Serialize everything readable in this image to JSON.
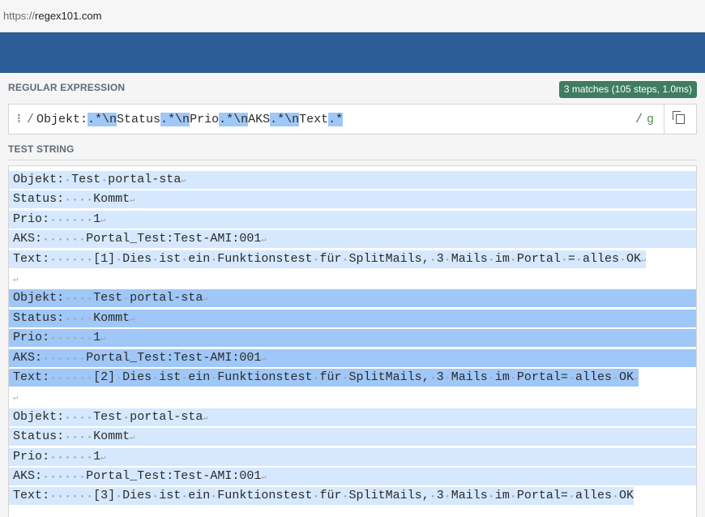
{
  "browser": {
    "url_scheme": "https://",
    "url_host": "regex101.com"
  },
  "regex_section": {
    "label": "REGULAR EXPRESSION",
    "matches_badge": "3 matches (105 steps, 1.0ms)",
    "delimiter_open": "/",
    "pattern_parts": [
      "Objekt:",
      ".*\\n",
      "Status",
      ".*\\n",
      "Prio",
      ".*\\n",
      "AKS",
      ".*\\n",
      "Text",
      ".*"
    ],
    "delimiter_close": "/",
    "flags": "g"
  },
  "test_section": {
    "label": "TEST STRING",
    "lines": [
      {
        "text": "Objekt:·Test·portal-sta↵",
        "match": 1
      },
      {
        "text": "Status:····Kommt↵",
        "match": 1
      },
      {
        "text": "Prio:······1↵",
        "match": 1
      },
      {
        "text": "AKS:······Portal_Test:Test-AMI:001↵",
        "match": 1
      },
      {
        "text": "Text:······[1]·Dies·ist·ein·Funktionstest·für·SplitMails,·3·Mails·im·Portal·=·alles·OK↵",
        "match": 1
      },
      {
        "text": "↵",
        "match": 0
      },
      {
        "text": "Objekt:····Test·portal-sta↵",
        "match": 2
      },
      {
        "text": "Status:····Kommt↵",
        "match": 2
      },
      {
        "text": "Prio:······1↵",
        "match": 2
      },
      {
        "text": "AKS:······Portal_Test:Test-AMI:001↵",
        "match": 2
      },
      {
        "text": "Text:······[2]·Dies·ist·ein·Funktionstest·für·SplitMails,·3·Mails·im·Portal=·alles·OK↵",
        "match": 2
      },
      {
        "text": "↵",
        "match": 0
      },
      {
        "text": "Objekt:····Test·portal-sta↵",
        "match": 3
      },
      {
        "text": "Status:····Kommt↵",
        "match": 3
      },
      {
        "text": "Prio:······1↵",
        "match": 3
      },
      {
        "text": "AKS:······Portal_Test:Test-AMI:001↵",
        "match": 3
      },
      {
        "text": "Text:······[3]·Dies·ist·ein·Funktionstest·für·SplitMails,·3·Mails·im·Portal=·alles·OK",
        "match": 3
      }
    ]
  },
  "colors": {
    "header_blue": "#2b5d96",
    "badge_green": "#3e7d5f",
    "match_light": "#d5e8fd",
    "match_dark": "#9fc7f7"
  }
}
